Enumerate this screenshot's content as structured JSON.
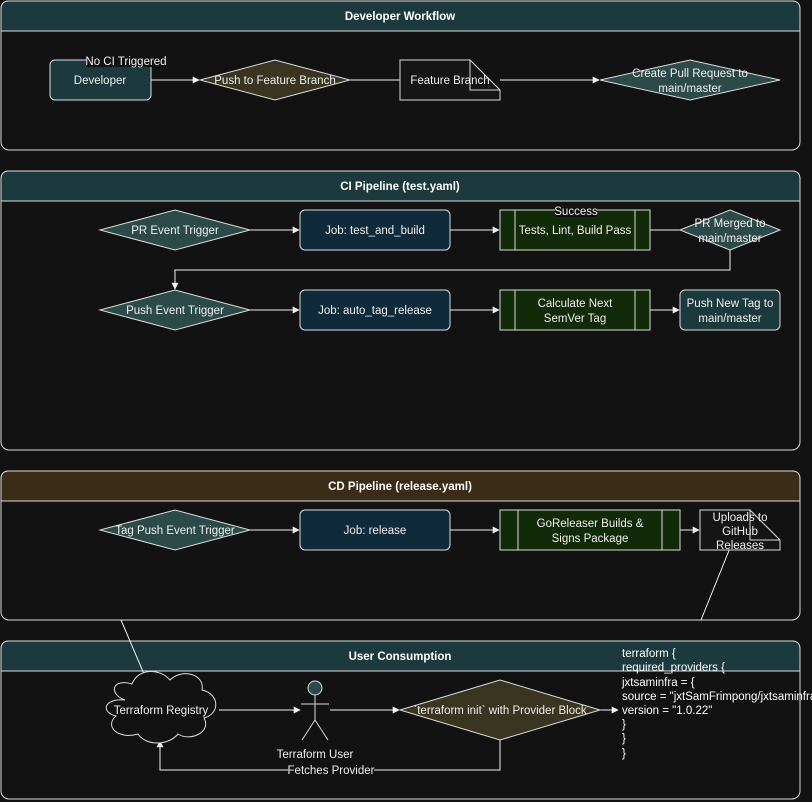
{
  "colors": {
    "background": "#121212",
    "swimlane_header_teal": "#1c3a3e",
    "swimlane_header_brown": "#3a2c16",
    "process_box": "#0f2a3a",
    "decision_teal": "#2b4a48",
    "decision_olive": "#3a3520",
    "subroutine_green": "#112a07",
    "document_fill": "#151515",
    "stroke": "#dcdcdc"
  },
  "lanes": {
    "dev": {
      "title": "Developer Workflow"
    },
    "ci": {
      "title": "CI Pipeline (test.yaml)"
    },
    "cd": {
      "title": "CD Pipeline (release.yaml)"
    },
    "user": {
      "title": "User Consumption"
    }
  },
  "nodes": {
    "developer": {
      "label": "Developer"
    },
    "push_feature": {
      "label": "Push to Feature Branch"
    },
    "feature_branch": {
      "label": "Feature Branch"
    },
    "create_pr": {
      "line1": "Create Pull Request to",
      "line2": "main/master"
    },
    "pr_event": {
      "label": "PR Event Trigger"
    },
    "job_test": {
      "label": "Job: test_and_build"
    },
    "tests_pass": {
      "label": "Tests, Lint, Build Pass"
    },
    "pr_merged": {
      "line1": "PR Merged to",
      "line2": "main/master"
    },
    "push_event": {
      "label": "Push Event Trigger"
    },
    "job_autotag": {
      "label": "Job: auto_tag_release"
    },
    "calc_semver": {
      "line1": "Calculate Next",
      "line2": "SemVer Tag"
    },
    "push_tag": {
      "line1": "Push New Tag to",
      "line2": "main/master"
    },
    "tag_push_event": {
      "label": "Tag Push Event Trigger"
    },
    "job_release": {
      "label": "Job: release"
    },
    "goreleaser": {
      "line1": "GoReleaser Builds &",
      "line2": "Signs Package"
    },
    "uploads": {
      "line1": "Uploads to",
      "line2": "GitHub",
      "line3": "Releases"
    },
    "terraform_registry": {
      "label": "Terraform Registry"
    },
    "terraform_user": {
      "label": "Terraform User"
    },
    "terraform_init": {
      "label": "`terraform init` with Provider Block"
    }
  },
  "edge_labels": {
    "no_ci": "No CI Triggered",
    "success": "Success",
    "fetches": "Fetches Provider"
  },
  "code_block": {
    "lines": [
      "terraform {",
      "required_providers {",
      "jxtsaminfra = {",
      "source = \"jxtSamFrimpong/jxtsaminfra\"",
      "version = \"1.0.22\"",
      "}",
      "}",
      "}"
    ]
  }
}
